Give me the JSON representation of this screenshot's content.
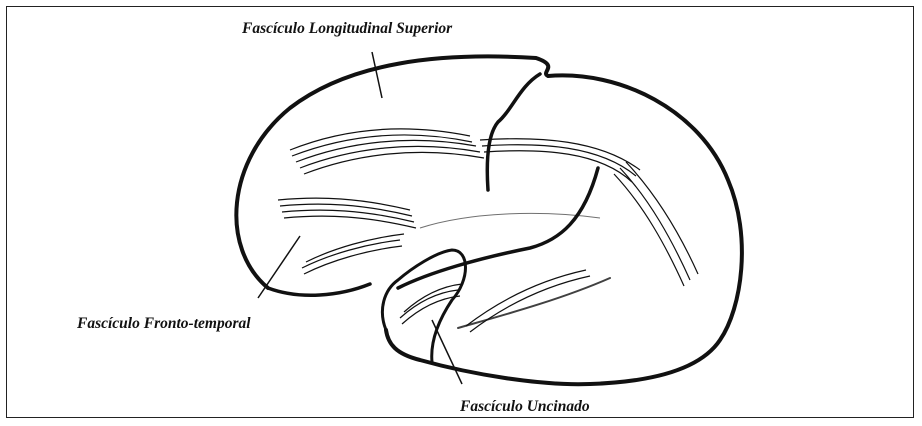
{
  "labels": {
    "superior": "Fascículo Longitudinal Superior",
    "fronto_temporal": "Fascículo Fronto-temporal",
    "uncinado": "Fascículo Uncinado"
  },
  "colors": {
    "ink": "#111111",
    "frame": "#222222",
    "background": "#ffffff"
  }
}
